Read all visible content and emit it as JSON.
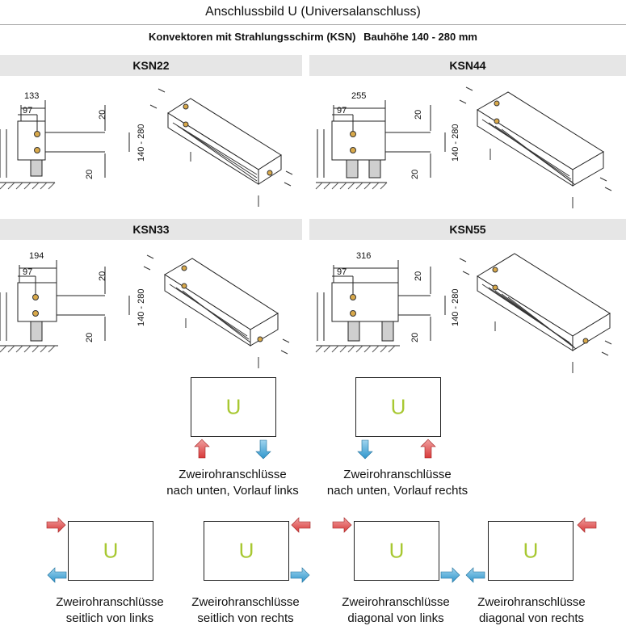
{
  "header": {
    "title": "Anschlussbild U (Universalanschluss)",
    "subtitle": "Konvektoren mit Strahlungsschirm (KSN)",
    "height_range": "Bauhöhe 140 - 280 mm"
  },
  "models": [
    {
      "name": "KSN22",
      "width_dim": "133",
      "offset_dim": "97",
      "top_dim": "20",
      "bottom_dim": "20",
      "height_dim": "140 - 280"
    },
    {
      "name": "KSN44",
      "width_dim": "255",
      "offset_dim": "97",
      "top_dim": "20",
      "bottom_dim": "20",
      "height_dim": "140 - 280"
    },
    {
      "name": "KSN33",
      "width_dim": "194",
      "offset_dim": "97",
      "top_dim": "20",
      "bottom_dim": "20",
      "height_dim": "140 - 280"
    },
    {
      "name": "KSN55",
      "width_dim": "316",
      "offset_dim": "97",
      "top_dim": "20",
      "bottom_dim": "20",
      "height_dim": "140 - 280"
    }
  ],
  "connections": [
    {
      "letter": "U",
      "line1": "Zweirohranschlüsse",
      "line2": "nach unten, Vorlauf links"
    },
    {
      "letter": "U",
      "line1": "Zweirohranschlüsse",
      "line2": "nach unten, Vorlauf rechts"
    },
    {
      "letter": "U",
      "line1": "Zweirohranschlüsse",
      "line2": "seitlich von links"
    },
    {
      "letter": "U",
      "line1": "Zweirohranschlüsse",
      "line2": "seitlich von rechts"
    },
    {
      "letter": "U",
      "line1": "Zweirohranschlüsse",
      "line2": "diagonal von links"
    },
    {
      "letter": "U",
      "line1": "Zweirohranschlüsse",
      "line2": "diagonal von rechts"
    }
  ],
  "colors": {
    "supply": "#e04848",
    "return": "#3aa6d8",
    "letter": "#a8c832",
    "band": "#e6e6e6"
  }
}
